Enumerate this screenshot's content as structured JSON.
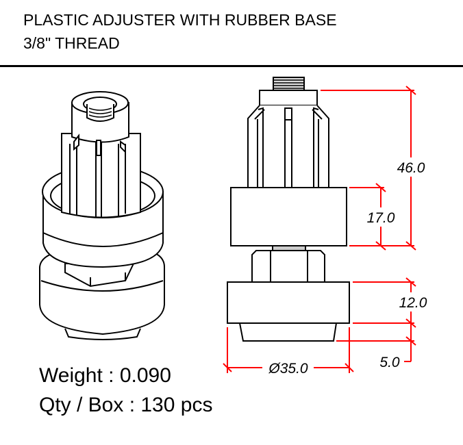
{
  "title": {
    "line1": "PLASTIC ADJUSTER WITH RUBBER BASE",
    "line2": "3/8\" THREAD"
  },
  "specs": {
    "weight": "Weight : 0.090",
    "qty": "Qty / Box : 130 pcs"
  },
  "dimensions": {
    "total_height": "46.0",
    "body_height": "17.0",
    "base_height": "12.0",
    "rubber_height": "5.0",
    "diameter": "Ø35.0"
  },
  "colors": {
    "dimension": "#ff0000",
    "line": "#000000"
  }
}
